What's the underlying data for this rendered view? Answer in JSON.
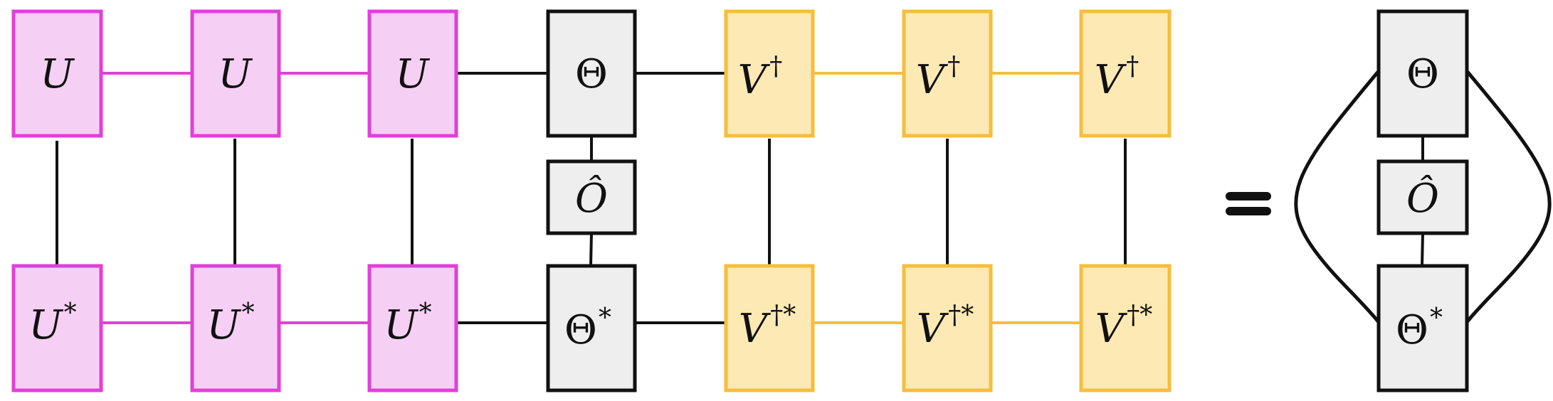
{
  "colors": {
    "u_fill": "#f6d0f4",
    "u_stroke": "#e040d8",
    "v_fill": "#fde9b4",
    "v_stroke": "#f6bd3e",
    "theta_fill": "#eeeeee",
    "theta_stroke": "#111111",
    "line_black": "#111111",
    "line_u": "#e040d8",
    "line_v": "#f6bd3e"
  },
  "labels": {
    "u_base": "U",
    "u_conj_sup": "*",
    "theta": "Θ",
    "theta_conj_sup": "*",
    "operator": "Ô",
    "v_base": "V",
    "v_sup": "†",
    "v_conj_sup": "†*",
    "equals": "="
  }
}
